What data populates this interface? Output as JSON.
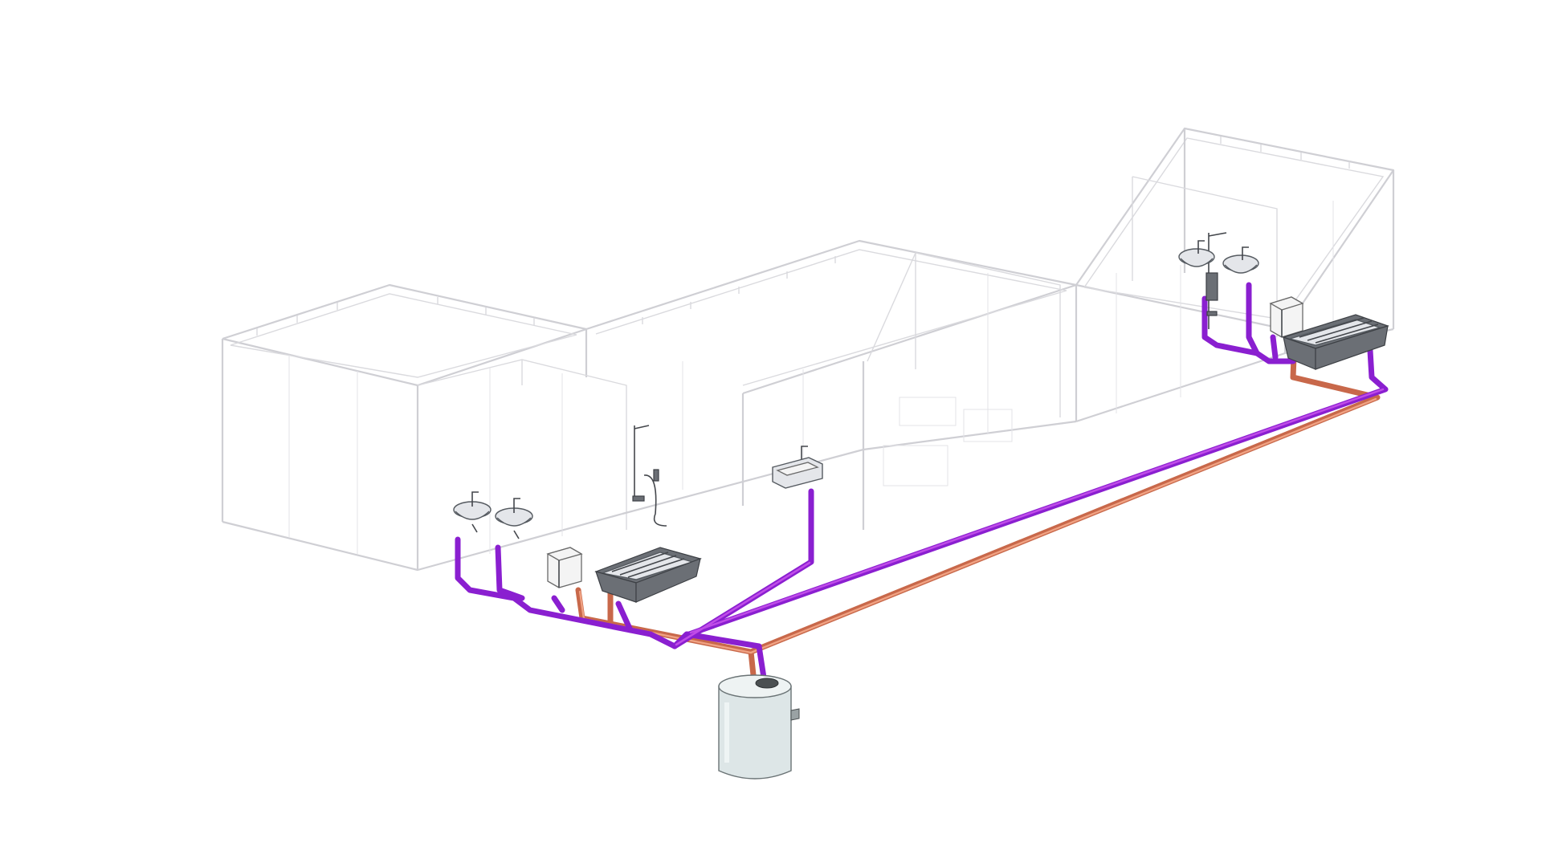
{
  "diagram": {
    "kind": "isometric plumbing layout",
    "colors": {
      "background": "#ffffff",
      "wall_outline": "#cfcfd4",
      "drain_pipe": "#8a1fd0",
      "supply_pipe": "#c8684a",
      "tank_body": "#dde6e7",
      "fixture_metal": "#e4e6ea"
    },
    "fixtures": [
      {
        "name": "washbasin-left-1",
        "icon": "washbasin-icon"
      },
      {
        "name": "washbasin-left-2",
        "icon": "washbasin-icon"
      },
      {
        "name": "toilet-cistern-left",
        "icon": "toilet-icon"
      },
      {
        "name": "shower-left",
        "icon": "shower-icon"
      },
      {
        "name": "bathtub-left",
        "icon": "bathtub-icon"
      },
      {
        "name": "kitchen-sink",
        "icon": "sink-icon"
      },
      {
        "name": "shower-right",
        "icon": "shower-icon"
      },
      {
        "name": "washbasin-right-1",
        "icon": "washbasin-icon"
      },
      {
        "name": "washbasin-right-2",
        "icon": "washbasin-icon"
      },
      {
        "name": "toilet-cistern-right",
        "icon": "toilet-icon"
      },
      {
        "name": "bathtub-right",
        "icon": "bathtub-icon"
      },
      {
        "name": "storage-tank",
        "icon": "tank-icon"
      }
    ]
  }
}
